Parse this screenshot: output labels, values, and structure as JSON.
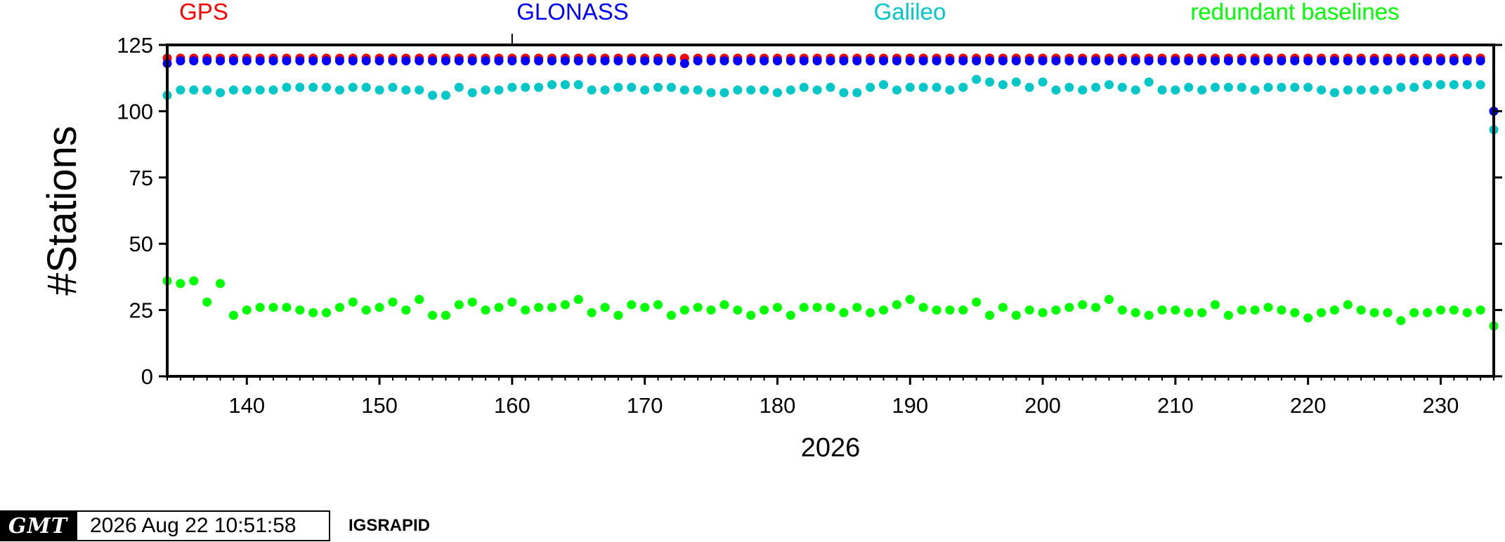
{
  "chart_data": {
    "type": "scatter",
    "title": "",
    "xlabel": "2026",
    "ylabel": "#Stations",
    "xlim": [
      134,
      234
    ],
    "ylim": [
      0,
      125
    ],
    "x_ticks": [
      140,
      150,
      160,
      170,
      180,
      190,
      200,
      210,
      220,
      230
    ],
    "y_ticks": [
      0,
      25,
      50,
      75,
      100,
      125
    ],
    "grid": false,
    "legend_position": "top",
    "series": [
      {
        "name": "GPS",
        "color": "#ff0000",
        "x": [
          134,
          135,
          136,
          137,
          138,
          139,
          140,
          141,
          142,
          143,
          144,
          145,
          146,
          147,
          148,
          149,
          150,
          151,
          152,
          153,
          154,
          155,
          156,
          157,
          158,
          159,
          160,
          161,
          162,
          163,
          164,
          165,
          166,
          167,
          168,
          169,
          170,
          171,
          172,
          173,
          174,
          175,
          176,
          177,
          178,
          179,
          180,
          181,
          182,
          183,
          184,
          185,
          186,
          187,
          188,
          189,
          190,
          191,
          192,
          193,
          194,
          195,
          196,
          197,
          198,
          199,
          200,
          201,
          202,
          203,
          204,
          205,
          206,
          207,
          208,
          209,
          210,
          211,
          212,
          213,
          214,
          215,
          216,
          217,
          218,
          219,
          220,
          221,
          222,
          223,
          224,
          225,
          226,
          227,
          228,
          229,
          230,
          231,
          232,
          233,
          234
        ],
        "y": [
          120,
          120,
          120,
          120,
          120,
          120,
          120,
          120,
          120,
          120,
          120,
          120,
          120,
          120,
          120,
          120,
          120,
          120,
          120,
          120,
          120,
          120,
          120,
          120,
          120,
          120,
          120,
          120,
          120,
          120,
          120,
          120,
          120,
          120,
          120,
          120,
          120,
          120,
          120,
          120,
          120,
          120,
          120,
          120,
          120,
          120,
          120,
          120,
          120,
          120,
          120,
          120,
          120,
          120,
          120,
          120,
          120,
          120,
          120,
          120,
          120,
          120,
          120,
          120,
          120,
          120,
          120,
          120,
          120,
          120,
          120,
          120,
          120,
          120,
          120,
          120,
          120,
          120,
          120,
          120,
          120,
          120,
          120,
          120,
          120,
          120,
          120,
          120,
          120,
          120,
          120,
          120,
          120,
          120,
          120,
          120,
          120,
          120,
          120,
          120,
          100
        ]
      },
      {
        "name": "GLONASS",
        "color": "#0000ff",
        "x": [
          134,
          135,
          136,
          137,
          138,
          139,
          140,
          141,
          142,
          143,
          144,
          145,
          146,
          147,
          148,
          149,
          150,
          151,
          152,
          153,
          154,
          155,
          156,
          157,
          158,
          159,
          160,
          161,
          162,
          163,
          164,
          165,
          166,
          167,
          168,
          169,
          170,
          171,
          172,
          173,
          174,
          175,
          176,
          177,
          178,
          179,
          180,
          181,
          182,
          183,
          184,
          185,
          186,
          187,
          188,
          189,
          190,
          191,
          192,
          193,
          194,
          195,
          196,
          197,
          198,
          199,
          200,
          201,
          202,
          203,
          204,
          205,
          206,
          207,
          208,
          209,
          210,
          211,
          212,
          213,
          214,
          215,
          216,
          217,
          218,
          219,
          220,
          221,
          222,
          223,
          224,
          225,
          226,
          227,
          228,
          229,
          230,
          231,
          232,
          233,
          234
        ],
        "y": [
          118,
          119,
          119,
          119,
          119,
          119,
          119,
          119,
          119,
          119,
          119,
          119,
          119,
          119,
          119,
          119,
          119,
          119,
          119,
          119,
          119,
          119,
          119,
          119,
          119,
          119,
          119,
          119,
          119,
          119,
          119,
          119,
          119,
          119,
          119,
          119,
          119,
          119,
          119,
          118,
          119,
          119,
          119,
          119,
          119,
          119,
          119,
          119,
          119,
          119,
          119,
          119,
          119,
          119,
          119,
          119,
          119,
          119,
          119,
          119,
          119,
          119,
          119,
          119,
          119,
          119,
          119,
          119,
          119,
          119,
          119,
          119,
          119,
          119,
          119,
          119,
          119,
          119,
          119,
          119,
          119,
          119,
          119,
          119,
          119,
          119,
          119,
          119,
          119,
          119,
          119,
          119,
          119,
          119,
          119,
          119,
          119,
          119,
          119,
          119,
          100
        ]
      },
      {
        "name": "Galileo",
        "color": "#00c8c8",
        "x": [
          134,
          135,
          136,
          137,
          138,
          139,
          140,
          141,
          142,
          143,
          144,
          145,
          146,
          147,
          148,
          149,
          150,
          151,
          152,
          153,
          154,
          155,
          156,
          157,
          158,
          159,
          160,
          161,
          162,
          163,
          164,
          165,
          166,
          167,
          168,
          169,
          170,
          171,
          172,
          173,
          174,
          175,
          176,
          177,
          178,
          179,
          180,
          181,
          182,
          183,
          184,
          185,
          186,
          187,
          188,
          189,
          190,
          191,
          192,
          193,
          194,
          195,
          196,
          197,
          198,
          199,
          200,
          201,
          202,
          203,
          204,
          205,
          206,
          207,
          208,
          209,
          210,
          211,
          212,
          213,
          214,
          215,
          216,
          217,
          218,
          219,
          220,
          221,
          222,
          223,
          224,
          225,
          226,
          227,
          228,
          229,
          230,
          231,
          232,
          233,
          234
        ],
        "y": [
          106,
          108,
          108,
          108,
          107,
          108,
          108,
          108,
          108,
          109,
          109,
          109,
          109,
          108,
          109,
          109,
          108,
          109,
          108,
          108,
          106,
          106,
          109,
          107,
          108,
          108,
          109,
          109,
          109,
          110,
          110,
          110,
          108,
          108,
          109,
          109,
          108,
          109,
          109,
          108,
          108,
          107,
          107,
          108,
          108,
          108,
          107,
          108,
          109,
          108,
          109,
          107,
          107,
          109,
          110,
          108,
          109,
          109,
          109,
          108,
          109,
          112,
          111,
          110,
          111,
          109,
          111,
          108,
          109,
          108,
          109,
          110,
          109,
          108,
          111,
          108,
          108,
          109,
          108,
          109,
          109,
          109,
          108,
          109,
          109,
          109,
          109,
          108,
          107,
          108,
          108,
          108,
          108,
          109,
          109,
          110,
          110,
          110,
          110,
          110,
          93
        ]
      },
      {
        "name": "redundant baselines",
        "color": "#00ff00",
        "x": [
          134,
          135,
          136,
          137,
          138,
          139,
          140,
          141,
          142,
          143,
          144,
          145,
          146,
          147,
          148,
          149,
          150,
          151,
          152,
          153,
          154,
          155,
          156,
          157,
          158,
          159,
          160,
          161,
          162,
          163,
          164,
          165,
          166,
          167,
          168,
          169,
          170,
          171,
          172,
          173,
          174,
          175,
          176,
          177,
          178,
          179,
          180,
          181,
          182,
          183,
          184,
          185,
          186,
          187,
          188,
          189,
          190,
          191,
          192,
          193,
          194,
          195,
          196,
          197,
          198,
          199,
          200,
          201,
          202,
          203,
          204,
          205,
          206,
          207,
          208,
          209,
          210,
          211,
          212,
          213,
          214,
          215,
          216,
          217,
          218,
          219,
          220,
          221,
          222,
          223,
          224,
          225,
          226,
          227,
          228,
          229,
          230,
          231,
          232,
          233,
          234
        ],
        "y": [
          36,
          35,
          36,
          28,
          35,
          23,
          25,
          26,
          26,
          26,
          25,
          24,
          24,
          26,
          28,
          25,
          26,
          28,
          25,
          29,
          23,
          23,
          27,
          28,
          25,
          26,
          28,
          25,
          26,
          26,
          27,
          29,
          24,
          26,
          23,
          27,
          26,
          27,
          23,
          25,
          26,
          25,
          27,
          25,
          23,
          25,
          26,
          23,
          26,
          26,
          26,
          24,
          26,
          24,
          25,
          27,
          29,
          26,
          25,
          25,
          25,
          28,
          23,
          26,
          23,
          25,
          24,
          25,
          26,
          27,
          26,
          29,
          25,
          24,
          23,
          25,
          25,
          24,
          24,
          27,
          23,
          25,
          25,
          26,
          25,
          24,
          22,
          24,
          25,
          27,
          25,
          24,
          24,
          21,
          24,
          24,
          25,
          25,
          24,
          25,
          19
        ]
      }
    ]
  },
  "footer": {
    "logo_text": "GMT",
    "timestamp": "2026 Aug 22 10:51:58",
    "source": "IGSRAPID"
  }
}
